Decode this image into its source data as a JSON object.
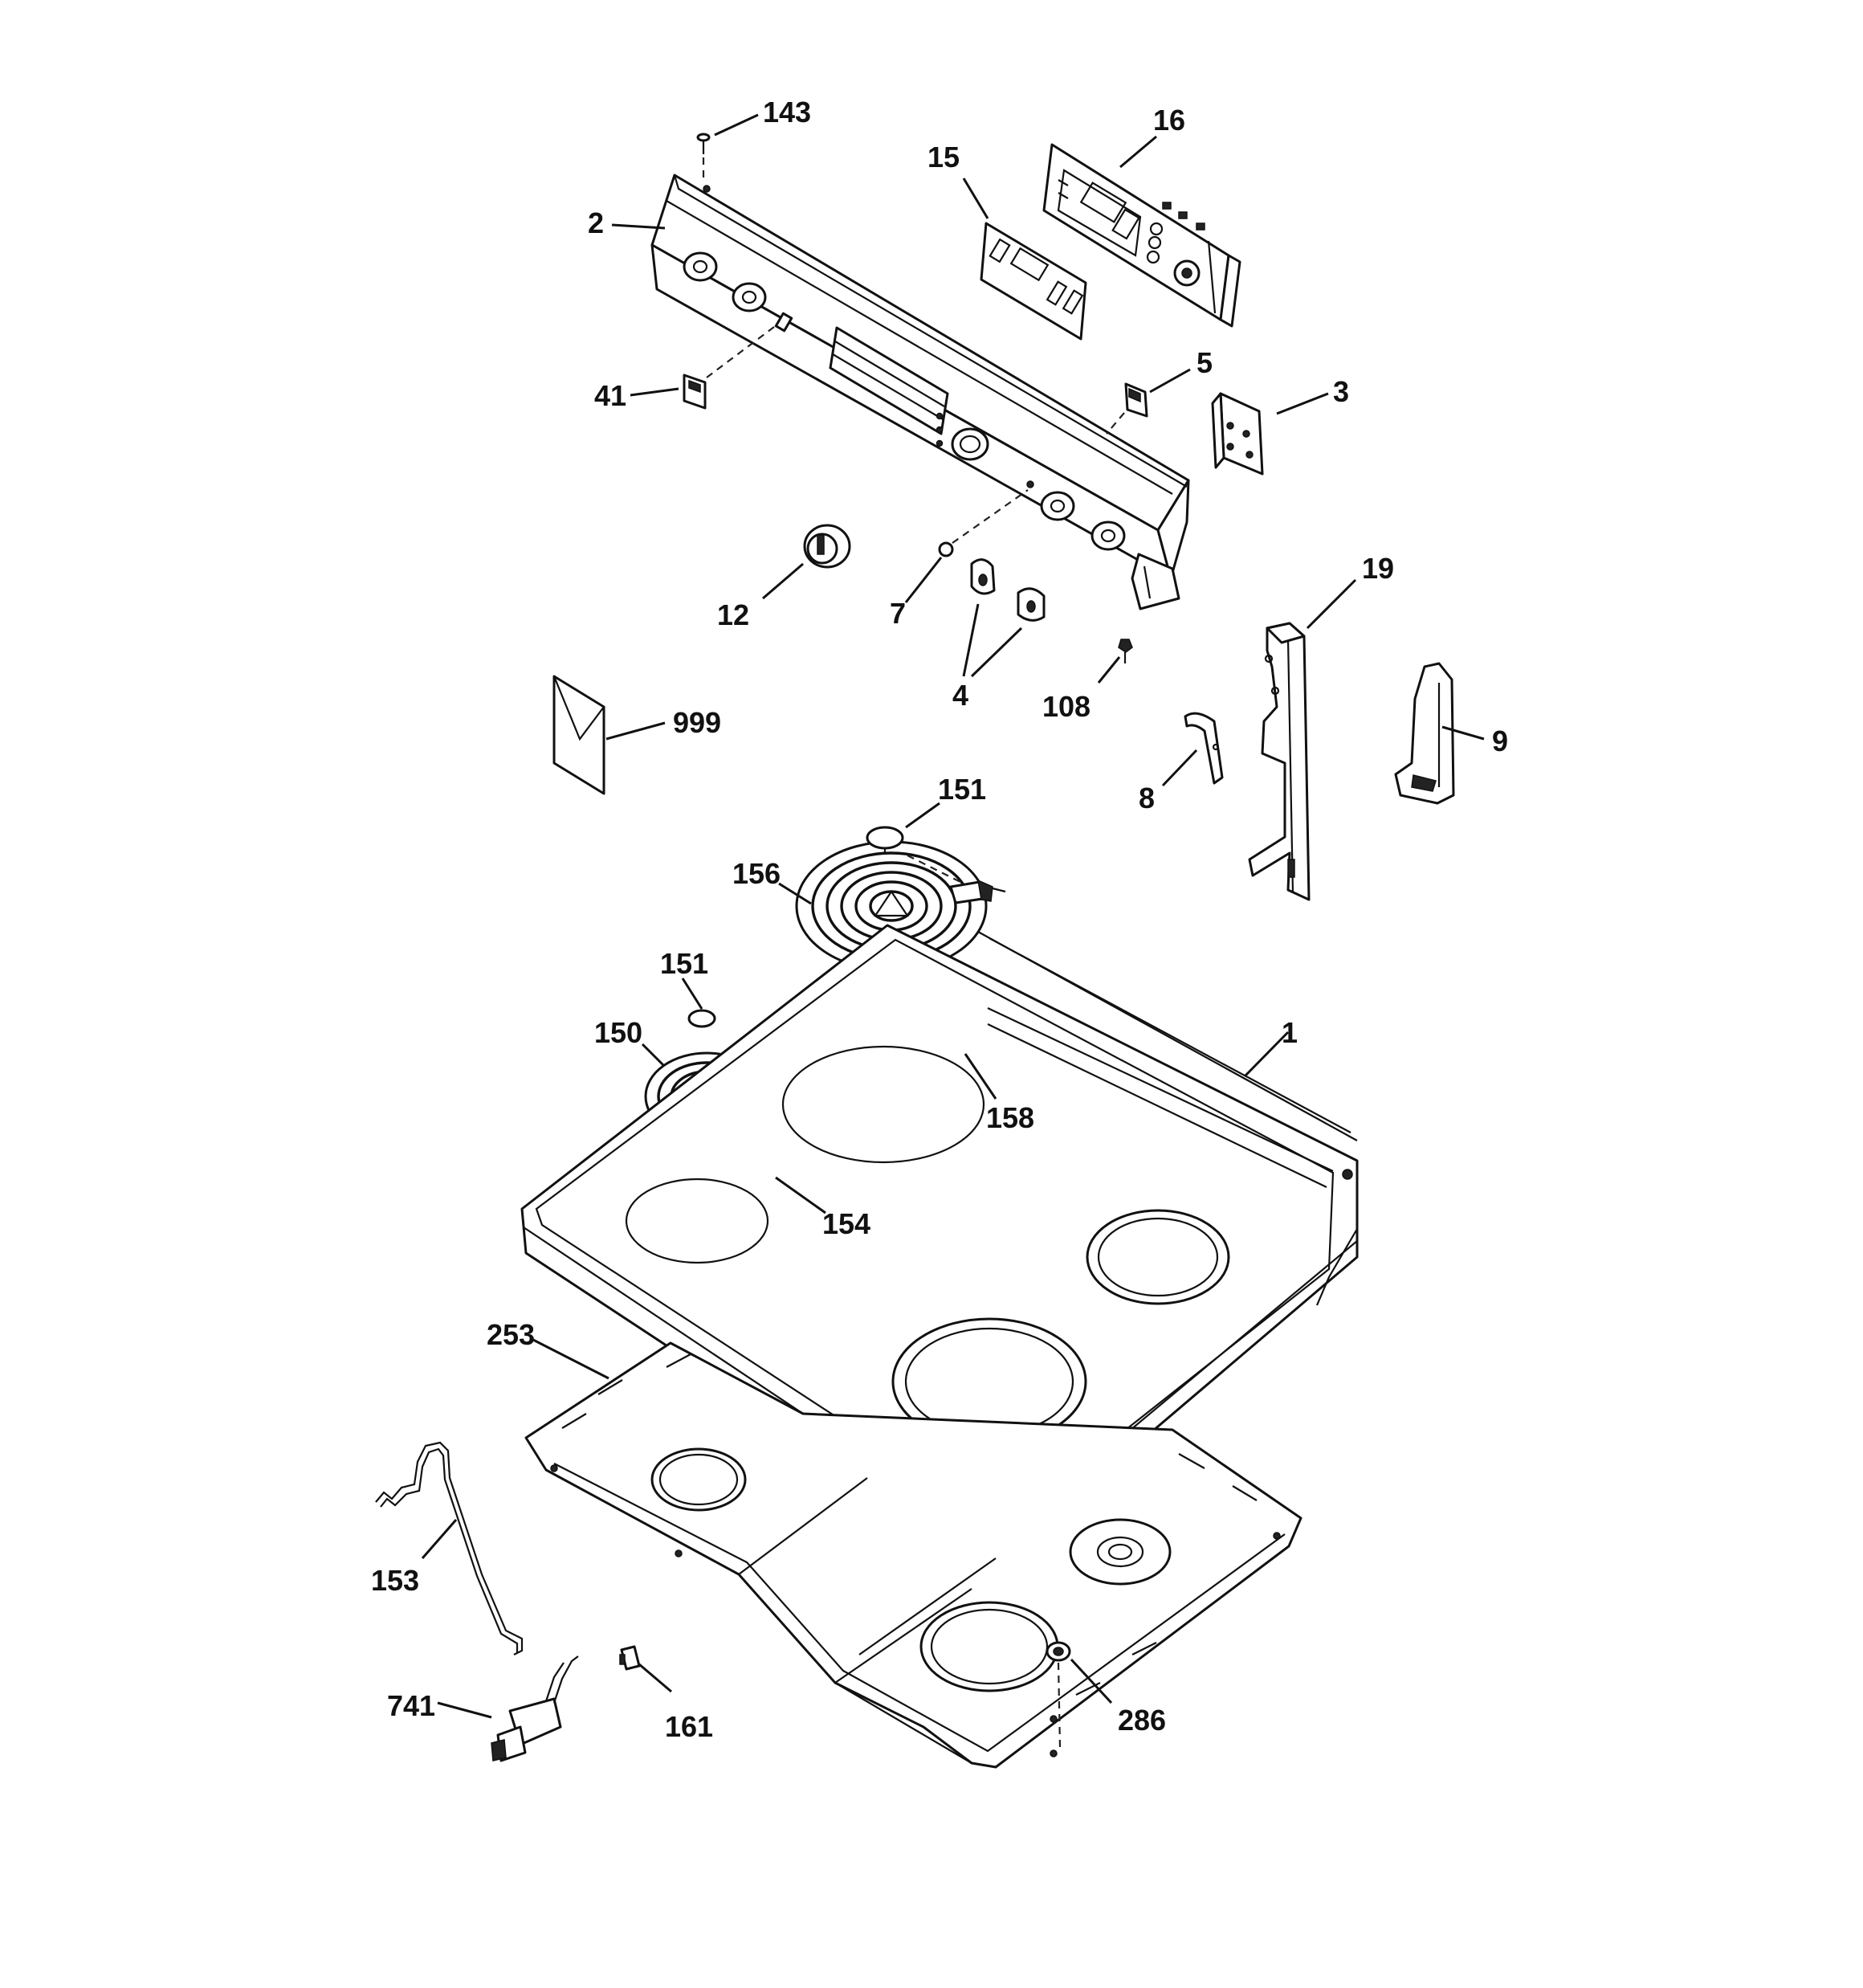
{
  "diagram": {
    "labels": {
      "p143": "143",
      "p16": "16",
      "p15": "15",
      "p2": "2",
      "p41": "41",
      "p5": "5",
      "p3": "3",
      "p12": "12",
      "p7": "7",
      "p4": "4",
      "p108": "108",
      "p19": "19",
      "p999": "999",
      "p8": "8",
      "p9": "9",
      "p151a": "151",
      "p156": "156",
      "p151b": "151",
      "p150": "150",
      "p1": "1",
      "p158": "158",
      "p154": "154",
      "p253": "253",
      "p153": "153",
      "p741": "741",
      "p161": "161",
      "p286": "286"
    }
  }
}
